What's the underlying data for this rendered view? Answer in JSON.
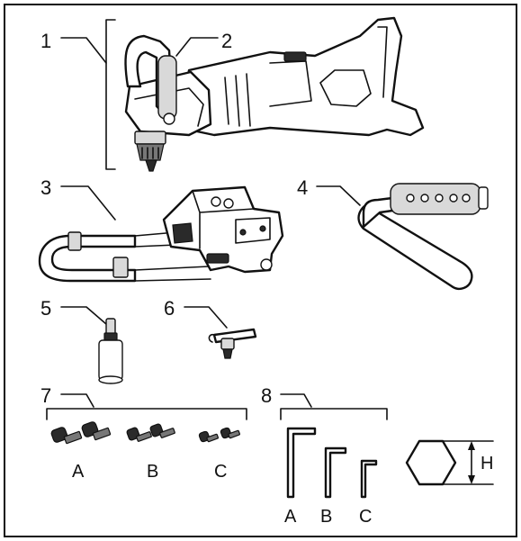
{
  "callouts": [
    "1",
    "2",
    "3",
    "4",
    "5",
    "6",
    "7",
    "8"
  ],
  "screw_sets": [
    "A",
    "B",
    "C"
  ],
  "hex_keys": [
    "A",
    "B",
    "C"
  ],
  "dimension_label": "H"
}
